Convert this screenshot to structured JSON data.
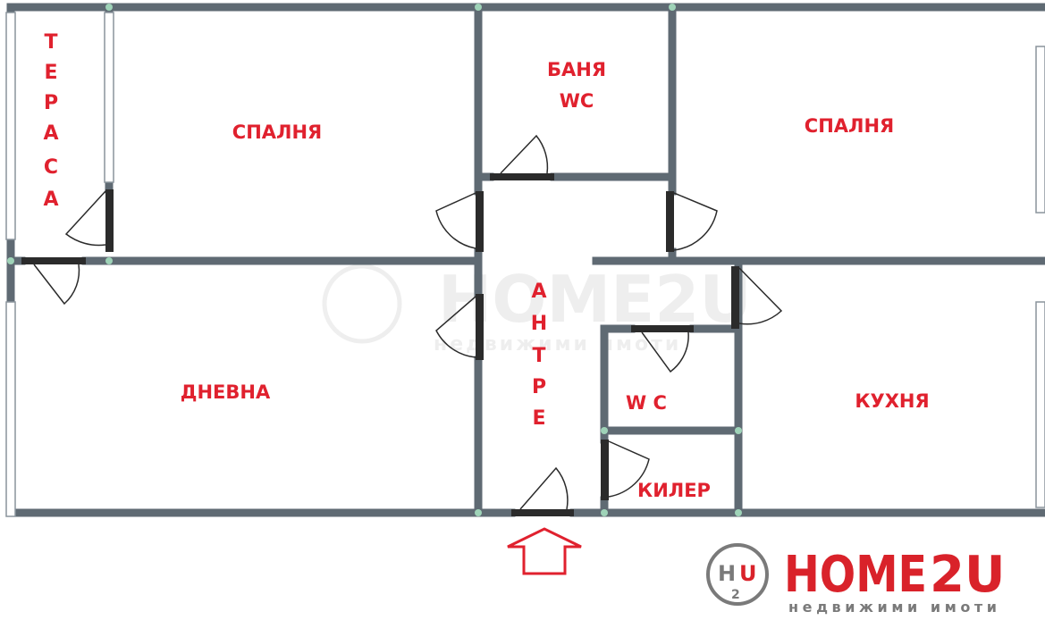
{
  "rooms": {
    "terrace_letters": [
      "Т",
      "Е",
      "Р",
      "А",
      "С",
      "А"
    ],
    "bedroom_left": "СПАЛНЯ",
    "bathroom_line1": "БАНЯ",
    "bathroom_line2": "WC",
    "bedroom_right": "СПАЛНЯ",
    "living": "ДНЕВНА",
    "hall_letters": [
      "А",
      "Н",
      "Т",
      "Р",
      "Е"
    ],
    "wc": "W C",
    "kitchen": "КУХНЯ",
    "storage": "КИЛЕР"
  },
  "logo": {
    "badge_h": "H",
    "badge_u": "U",
    "badge_2": "2",
    "brand_home": "HOME",
    "brand_2u": "2U",
    "tagline": "недвижими имоти"
  },
  "watermark": {
    "brand": "HOME2U",
    "tagline": "недвижими имоти"
  },
  "colors": {
    "wall": "#5f6a73",
    "door": "#2b2b2b",
    "label": "#e0212e",
    "logo_gray": "#7a7a7a",
    "logo_red": "#d9222a",
    "joint": "#9fd3b8"
  }
}
